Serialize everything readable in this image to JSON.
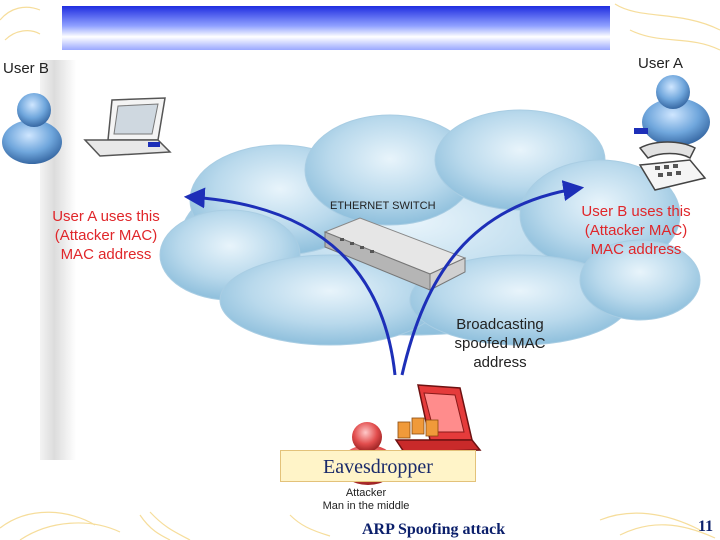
{
  "diagram": {
    "user_b_label": "User B",
    "user_a_label": "User A",
    "switch_label": "ETHERNET SWITCH",
    "left_note": [
      "User A uses this",
      "(Attacker MAC)",
      "MAC address"
    ],
    "right_note": [
      "User B uses this",
      "(Attacker MAC)",
      "MAC address"
    ],
    "broadcast_note": [
      "Broadcasting",
      "spoofed MAC",
      "address"
    ],
    "eavesdropper_label": "Eavesdropper",
    "attacker_label": [
      "Attacker",
      "Man in the middle"
    ]
  },
  "footer": {
    "title": "ARP Spoofing attack",
    "page_number": "11"
  },
  "colors": {
    "note_red": "#e0262a",
    "arrow_blue": "#1d2fb8",
    "footer_navy": "#0b1f6b"
  }
}
